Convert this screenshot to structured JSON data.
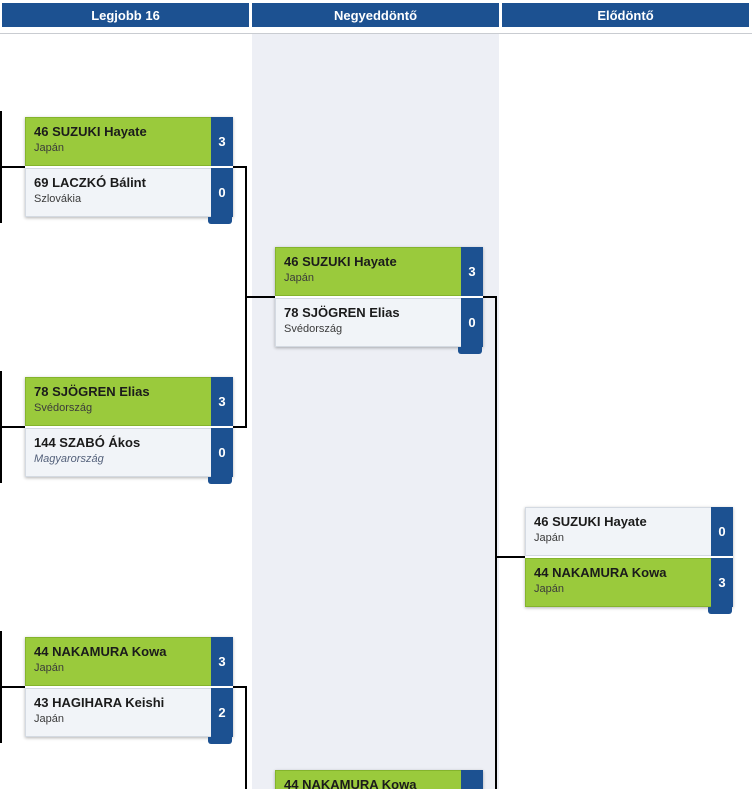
{
  "colors": {
    "navy": "#1c5191",
    "green": "#9aca3c",
    "band": "#edeff5",
    "line": "#000000"
  },
  "columns": [
    {
      "header": "Legjobb 16"
    },
    {
      "header": "Negyeddöntő"
    },
    {
      "header": "Elődöntő"
    }
  ],
  "matches": [
    {
      "round": "Legjobb 16",
      "players": [
        {
          "name": "46 SUZUKI Hayate",
          "country": "Japán",
          "score": "3",
          "winner": true
        },
        {
          "name": "69 LACZKÓ Bálint",
          "country": "Szlovákia",
          "score": "0",
          "winner": false
        }
      ]
    },
    {
      "round": "Legjobb 16",
      "players": [
        {
          "name": "78 SJÖGREN Elias",
          "country": "Svédország",
          "score": "3",
          "winner": true
        },
        {
          "name": "144 SZABÓ Ákos",
          "country": "Magyarország",
          "score": "0",
          "winner": false,
          "home": true
        }
      ]
    },
    {
      "round": "Legjobb 16",
      "players": [
        {
          "name": "44 NAKAMURA Kowa",
          "country": "Japán",
          "score": "3",
          "winner": true
        },
        {
          "name": "43 HAGIHARA Keishi",
          "country": "Japán",
          "score": "2",
          "winner": false
        }
      ]
    },
    {
      "round": "Negyeddöntő",
      "players": [
        {
          "name": "46 SUZUKI Hayate",
          "country": "Japán",
          "score": "3",
          "winner": true
        },
        {
          "name": "78 SJÖGREN Elias",
          "country": "Svédország",
          "score": "0",
          "winner": false
        }
      ]
    },
    {
      "round": "Elődöntő",
      "players": [
        {
          "name": "46 SUZUKI Hayate",
          "country": "Japán",
          "score": "0",
          "winner": false
        },
        {
          "name": "44 NAKAMURA Kowa",
          "country": "Japán",
          "score": "3",
          "winner": true
        }
      ]
    },
    {
      "round": "Negyeddöntő",
      "players": [
        {
          "name": "44 NAKAMURA Kowa",
          "country": "",
          "score": "",
          "winner": true
        }
      ]
    }
  ]
}
